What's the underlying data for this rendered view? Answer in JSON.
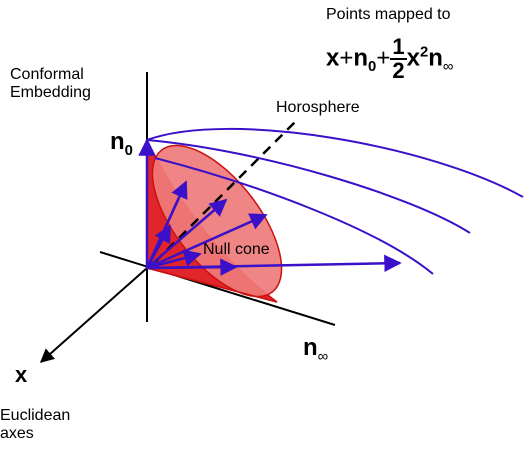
{
  "labels": {
    "points_mapped": "Points mapped to",
    "conformal_line1": "Conformal",
    "conformal_line2": "Embedding",
    "horosphere": "Horosphere",
    "null_cone": "Null cone",
    "euclidean_line1": "Euclidean",
    "euclidean_line2": "axes"
  },
  "formula": {
    "x": "x",
    "plus1": "+",
    "n": "n",
    "zero": "0",
    "plus2": "+",
    "numerator": "1",
    "denominator": "2",
    "x2": "x",
    "exponent": "2",
    "n2": "n",
    "infinity": "∞"
  },
  "axes": {
    "n0_base": "n",
    "n0_sub": "0",
    "ninf_base": "n",
    "ninf_sub": "∞",
    "x": "x"
  },
  "colors": {
    "cone_fill": "#ef7b7b",
    "cone_dark": "#e0262a",
    "cone_edge": "#cc1111",
    "vector": "#3a10c8",
    "axis": "#000000"
  }
}
